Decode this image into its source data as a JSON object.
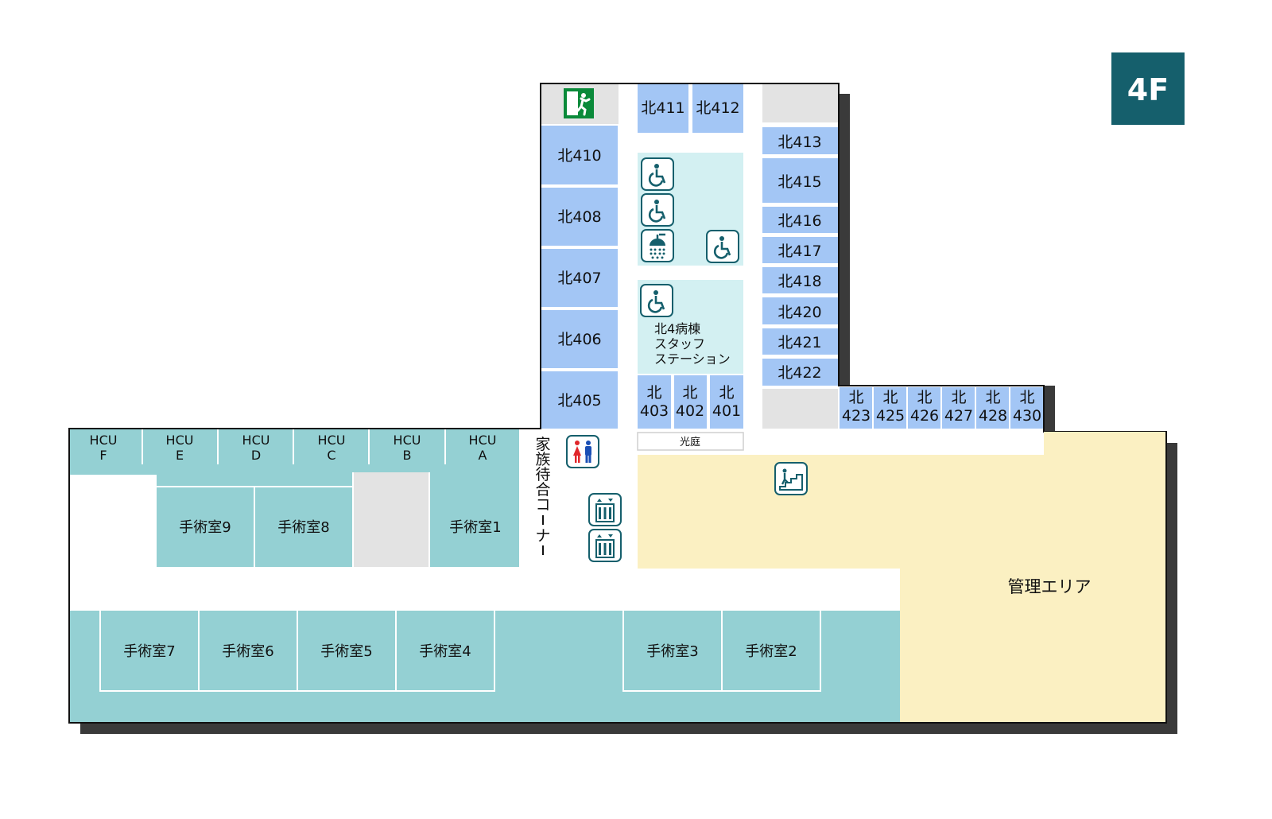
{
  "floor": {
    "label": "4F"
  },
  "colors": {
    "ward_room": "#a3c6f5",
    "operating_area": "#94d0d3",
    "staff_area": "#d3f0f2",
    "admin_area": "#fbf0c2",
    "storage": "#e3e3e3",
    "corridor": "#ffffff",
    "outline": "#111111",
    "shadow": "#3a3a3a",
    "icon_teal": "#155f6c",
    "exit_green": "#0a8a3a",
    "floor_badge": "#155f6c"
  },
  "north_wing": {
    "west_rooms": [
      "北410",
      "北408",
      "北407",
      "北406",
      "北405"
    ],
    "top_rooms": [
      "北411",
      "北412"
    ],
    "east_rooms": [
      "北413",
      "北415",
      "北416",
      "北417",
      "北418",
      "北420",
      "北421",
      "北422"
    ],
    "small_rooms": [
      {
        "prefix": "北",
        "number": "403"
      },
      {
        "prefix": "北",
        "number": "402"
      },
      {
        "prefix": "北",
        "number": "401"
      }
    ],
    "east_annex_rooms": [
      {
        "prefix": "北",
        "number": "423"
      },
      {
        "prefix": "北",
        "number": "425"
      },
      {
        "prefix": "北",
        "number": "426"
      },
      {
        "prefix": "北",
        "number": "427"
      },
      {
        "prefix": "北",
        "number": "428"
      },
      {
        "prefix": "北",
        "number": "430"
      }
    ],
    "staff_station": {
      "line1": "北4病棟",
      "line2": "スタッフ",
      "line3": "ステーション"
    },
    "courtyard": "光庭"
  },
  "surgery_wing": {
    "hcu_units": [
      {
        "top": "HCU",
        "bottom": "F"
      },
      {
        "top": "HCU",
        "bottom": "E"
      },
      {
        "top": "HCU",
        "bottom": "D"
      },
      {
        "top": "HCU",
        "bottom": "C"
      },
      {
        "top": "HCU",
        "bottom": "B"
      },
      {
        "top": "HCU",
        "bottom": "A"
      }
    ],
    "upper_ors": [
      "手術室9",
      "手術室8",
      "手術室1"
    ],
    "lower_ors": [
      "手術室7",
      "手術室6",
      "手術室5",
      "手術室4",
      "手術室3",
      "手術室2"
    ]
  },
  "family_waiting": [
    "家",
    "族",
    "待",
    "合",
    "コ",
    "ー",
    "ナ",
    "ー"
  ],
  "admin_area": "管理エリア",
  "icons": [
    "emergency-exit-icon",
    "accessible-toilet-icon",
    "shower-icon",
    "restroom-icon",
    "elevator-icon",
    "stairs-icon"
  ]
}
